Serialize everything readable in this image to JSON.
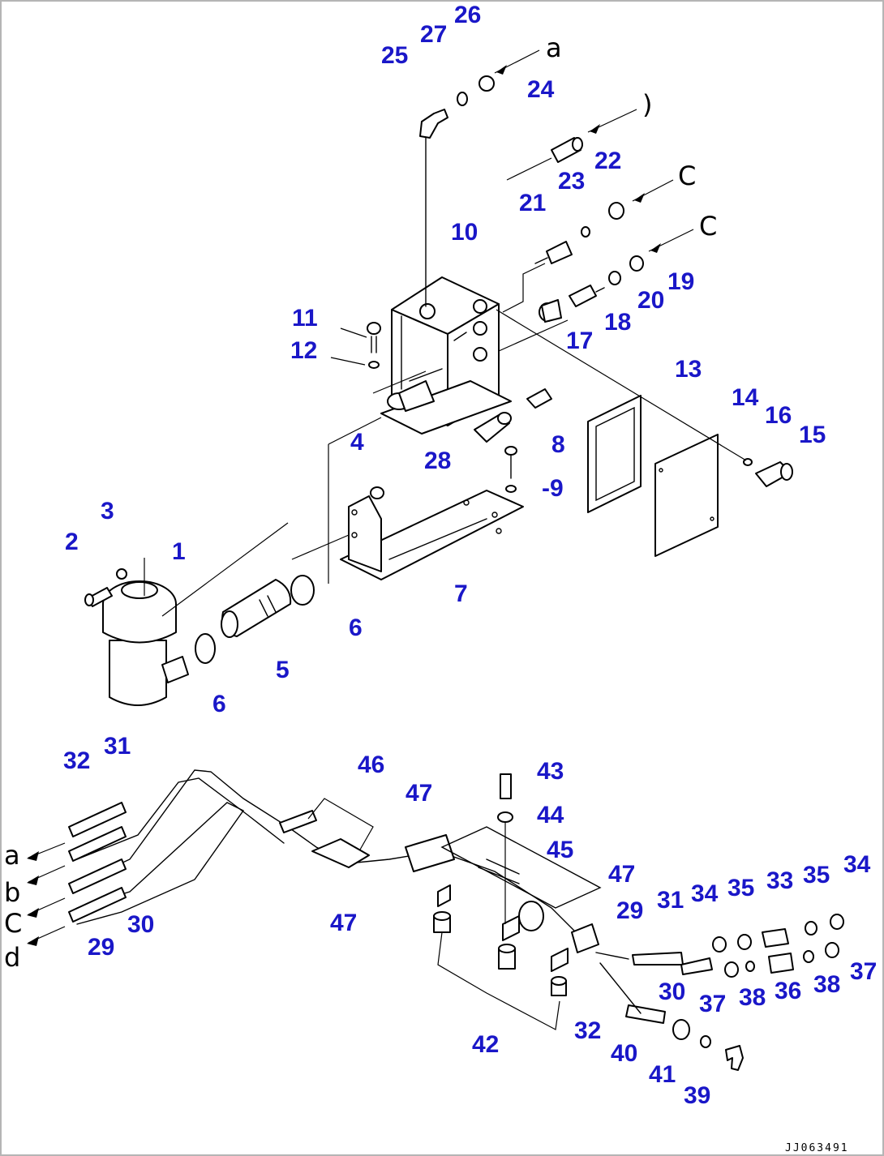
{
  "labels": {
    "p1": "1",
    "p2": "2",
    "p3": "3",
    "p4": "4",
    "p5": "5",
    "p6a": "6",
    "p6b": "6",
    "p7": "7",
    "p8": "8",
    "p9": "-9",
    "p10": "10",
    "p11": "11",
    "p12": "12",
    "p13": "13",
    "p14": "14",
    "p15": "15",
    "p16": "16",
    "p17": "17",
    "p18": "18",
    "p19": "19",
    "p20": "20",
    "p21": "21",
    "p22": "22",
    "p23": "23",
    "p24": "24",
    "p25": "25",
    "p26": "26",
    "p27": "27",
    "p28": "28",
    "p29a": "29",
    "p29b": "29",
    "p30a": "30",
    "p30b": "30",
    "p31a": "31",
    "p31b": "31",
    "p32a": "32",
    "p32b": "32",
    "p33": "33",
    "p34a": "34",
    "p34b": "34",
    "p35a": "35",
    "p35b": "35",
    "p36": "36",
    "p37a": "37",
    "p37b": "37",
    "p38a": "38",
    "p38b": "38",
    "p39": "39",
    "p40": "40",
    "p41": "41",
    "p42": "42",
    "p43": "43",
    "p44": "44",
    "p45": "45",
    "p46": "46",
    "p47a": "47",
    "p47b": "47",
    "p47c": "47"
  },
  "connection_letters": {
    "top_a": "a",
    "top_b": ")",
    "top_c1": "C",
    "top_c2": "C",
    "left_a": "a",
    "left_b": "b",
    "left_c": "C",
    "left_d": "d"
  },
  "drawing_code": "JJ063491"
}
